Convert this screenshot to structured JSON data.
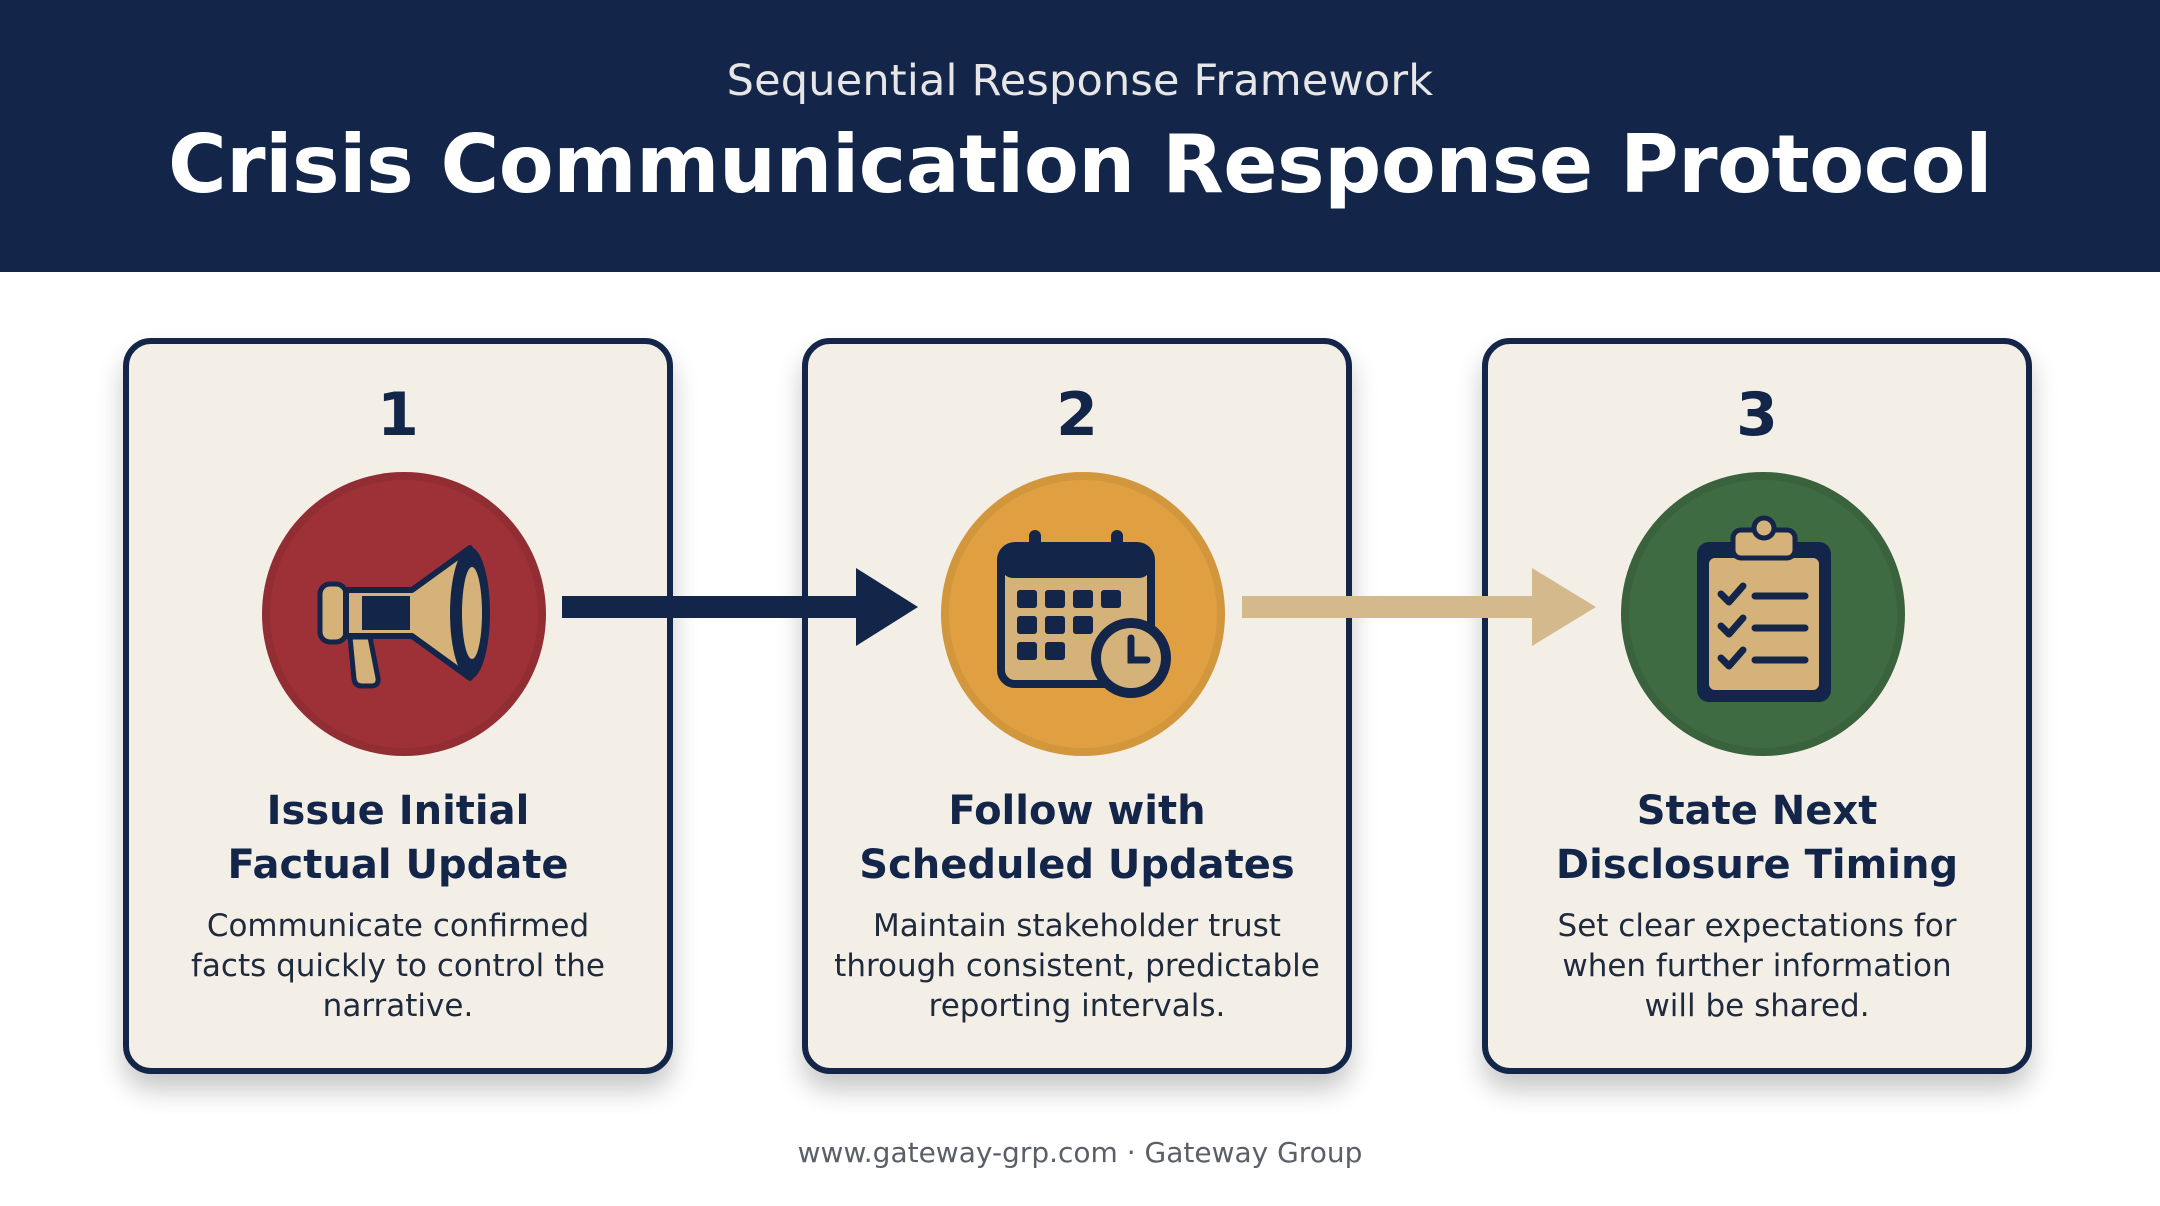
{
  "header": {
    "subtitle": "Sequential Response Framework",
    "title": "Crisis Communication Response Protocol",
    "background_color": "#13264a"
  },
  "steps": [
    {
      "number": "1",
      "icon": "megaphone-icon",
      "icon_color": "#9e3138",
      "title_line1": "Issue Initial",
      "title_line2": "Factual Update",
      "desc_line1": "Communicate confirmed",
      "desc_line2": "facts quickly to control the",
      "desc_line3": "narrative."
    },
    {
      "number": "2",
      "icon": "calendar-clock-icon",
      "icon_color": "#e0a041",
      "title_line1": "Follow with",
      "title_line2": "Scheduled Updates",
      "desc_line1": "Maintain stakeholder trust",
      "desc_line2": "through consistent, predictable",
      "desc_line3": "reporting intervals."
    },
    {
      "number": "3",
      "icon": "clipboard-checklist-icon",
      "icon_color": "#3f6b42",
      "title_line1": "State Next",
      "title_line2": "Disclosure Timing",
      "desc_line1": "Set clear expectations for",
      "desc_line2": "when further information",
      "desc_line3": "will be shared."
    }
  ],
  "arrows": [
    {
      "icon": "arrow-right-icon",
      "color": "#13264a"
    },
    {
      "icon": "arrow-right-icon",
      "color": "#d4b98c"
    }
  ],
  "colors": {
    "navy": "#13264a",
    "card_background": "#f3efe7",
    "gold": "#d4b98c"
  },
  "footer": {
    "text": "www.gateway-grp.com · Gateway Group"
  }
}
